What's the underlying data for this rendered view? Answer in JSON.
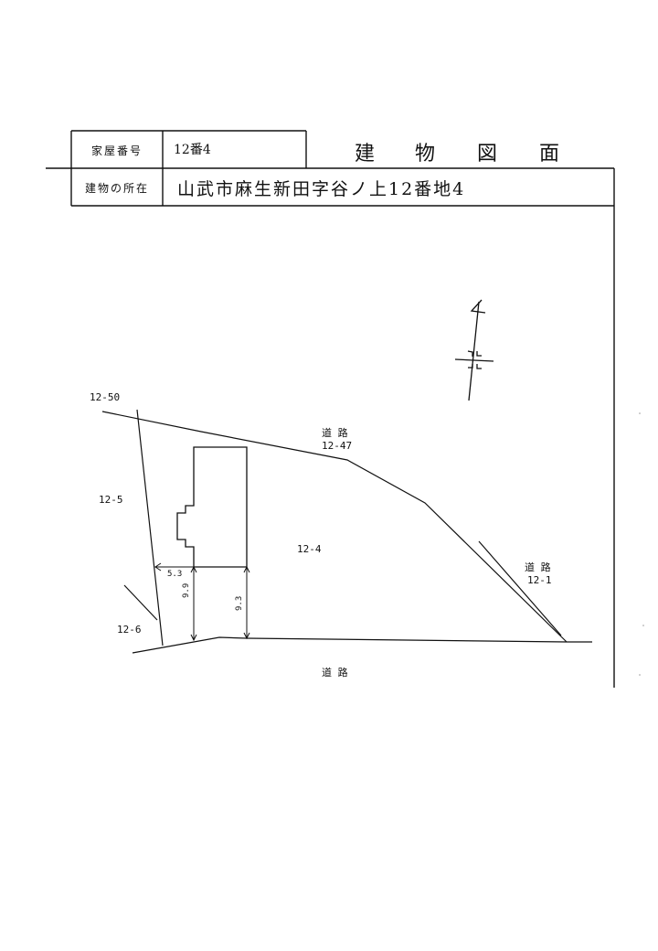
{
  "header": {
    "house_number_label": "家屋番号",
    "house_number_value": "12番4",
    "title_chars": [
      "建",
      "物",
      "図",
      "面"
    ],
    "location_label": "建物の所在",
    "location_value": "山武市麻生新田字谷ノ上12番地4"
  },
  "map": {
    "parcels": {
      "p12_50": "12-50",
      "p12_47": "12-47",
      "p12_5": "12-5",
      "p12_4": "12-4",
      "p12_1": "12-1",
      "p12_6": "12-6"
    },
    "road_label": "道 路",
    "dimensions": {
      "d5_3": "5.3",
      "d9_9": "9.9",
      "d9_3": "9.3"
    }
  }
}
